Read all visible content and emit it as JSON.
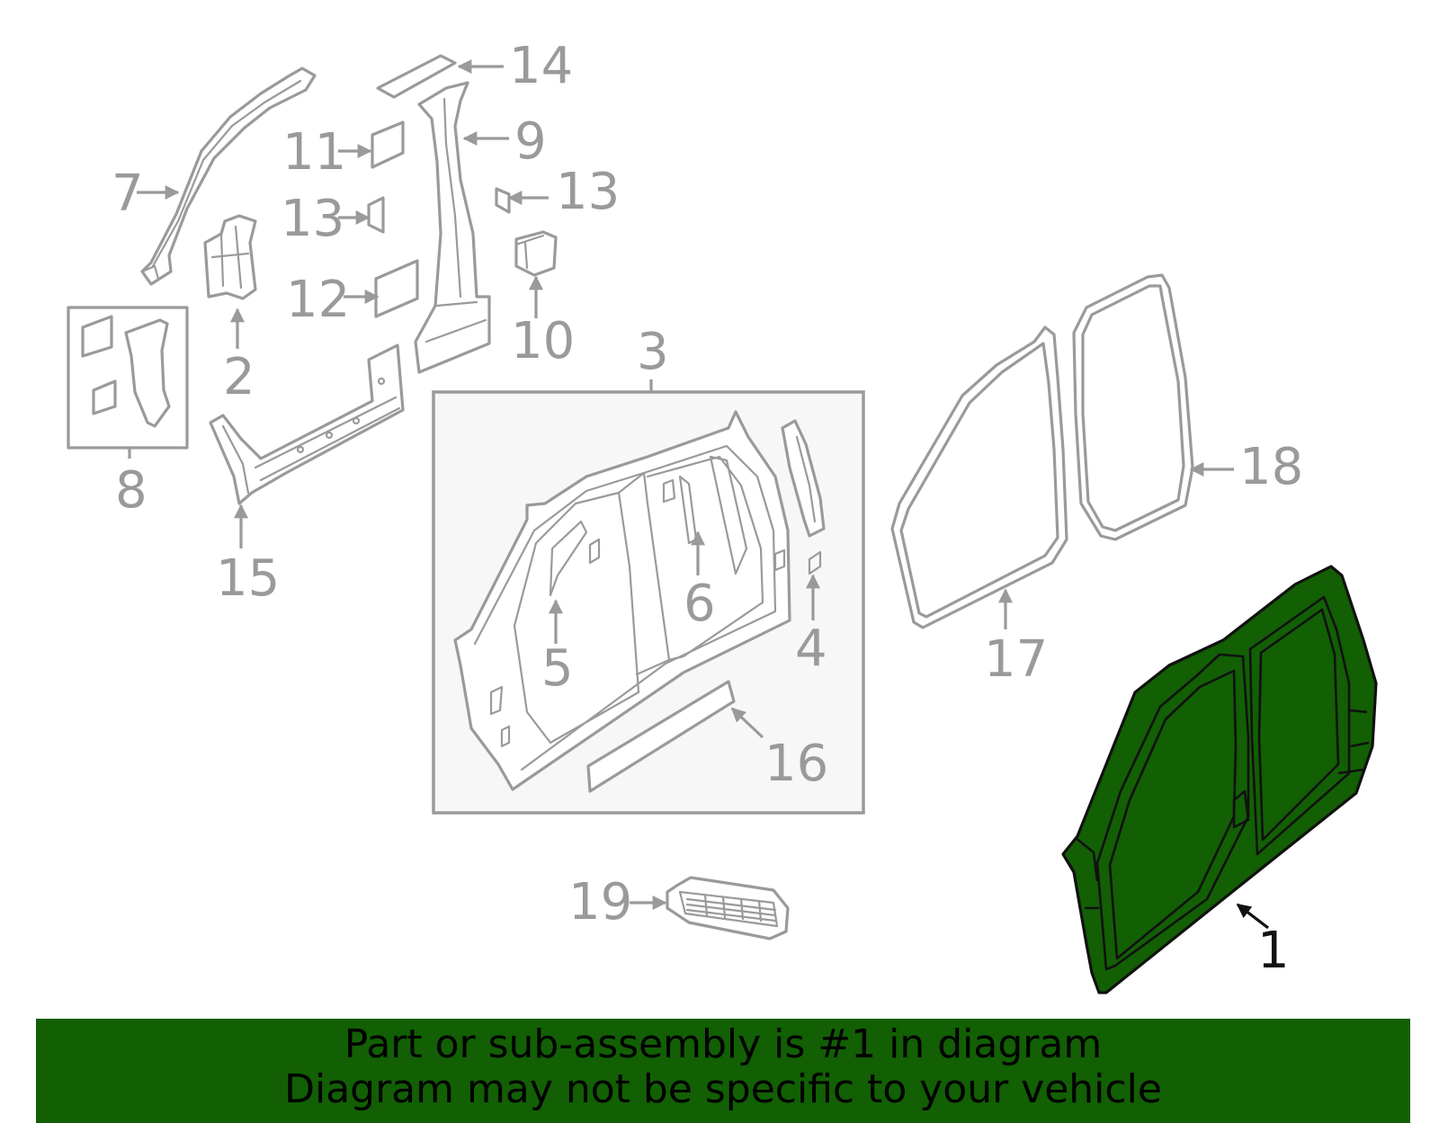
{
  "diagram": {
    "callouts": {
      "c1": "1",
      "c2": "2",
      "c3": "3",
      "c4": "4",
      "c5": "5",
      "c6": "6",
      "c7": "7",
      "c8": "8",
      "c9": "9",
      "c10": "10",
      "c11": "11",
      "c12": "12",
      "c13a": "13",
      "c13b": "13",
      "c14": "14",
      "c15": "15",
      "c16": "16",
      "c17": "17",
      "c18": "18",
      "c19": "19"
    },
    "highlighted_part": "1",
    "colors": {
      "highlight": "#125f04",
      "parts": "#9a9a9a",
      "group_box_fill": "#f7f7f7"
    }
  },
  "banner": {
    "line1": "Part or sub-assembly is #1 in diagram",
    "line2": "Diagram may not be specific to your vehicle"
  }
}
